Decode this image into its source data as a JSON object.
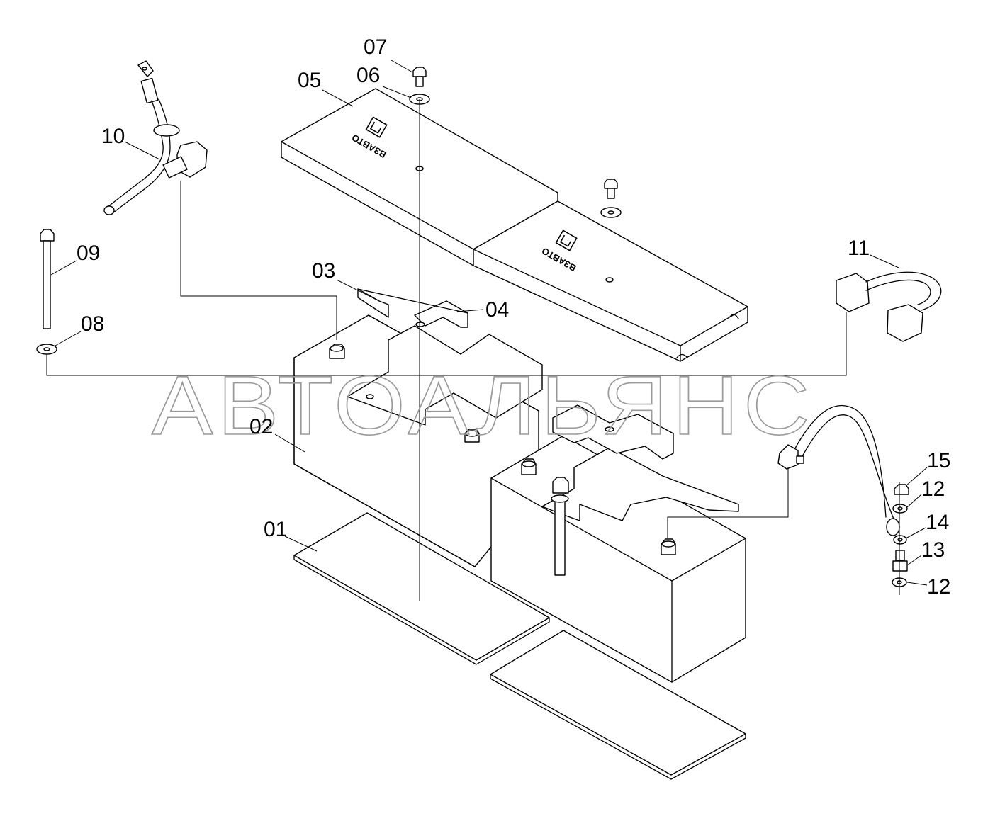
{
  "watermark": "АВТОАЛЬЯНС",
  "cover_logo_text": "ВЗАВТО",
  "callouts": {
    "p01": "01",
    "p02": "02",
    "p03": "03",
    "p04": "04",
    "p05": "05",
    "p06": "06",
    "p07": "07",
    "p08": "08",
    "p09": "09",
    "p10": "10",
    "p11": "11",
    "p12a": "12",
    "p12b": "12",
    "p13": "13",
    "p14": "14",
    "p15": "15"
  }
}
